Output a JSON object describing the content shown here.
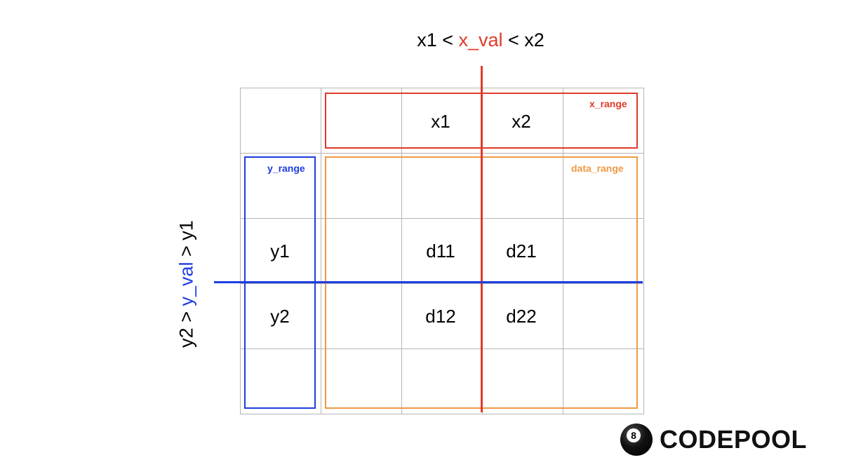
{
  "header": {
    "x_condition": {
      "left": "x1 < ",
      "var": "x_val",
      "right": " < x2"
    },
    "y_condition": {
      "left": "y2 > ",
      "var": "y_val",
      "right": " > y1"
    }
  },
  "ranges": {
    "x_range_label": "x_range",
    "y_range_label": "y_range",
    "data_range_label": "data_range"
  },
  "grid": {
    "x_headers": [
      "x1",
      "x2"
    ],
    "y_headers": [
      "y1",
      "y2"
    ],
    "values": [
      [
        "d11",
        "d21"
      ],
      [
        "d12",
        "d22"
      ]
    ]
  },
  "colors": {
    "x_accent": "#e03a2a",
    "y_accent": "#1e3de0",
    "data_accent": "#ee9a45",
    "grid_line": "#b5b5b5"
  },
  "logo": {
    "icon": "eight-ball-icon",
    "text": "CODEPOOL"
  }
}
